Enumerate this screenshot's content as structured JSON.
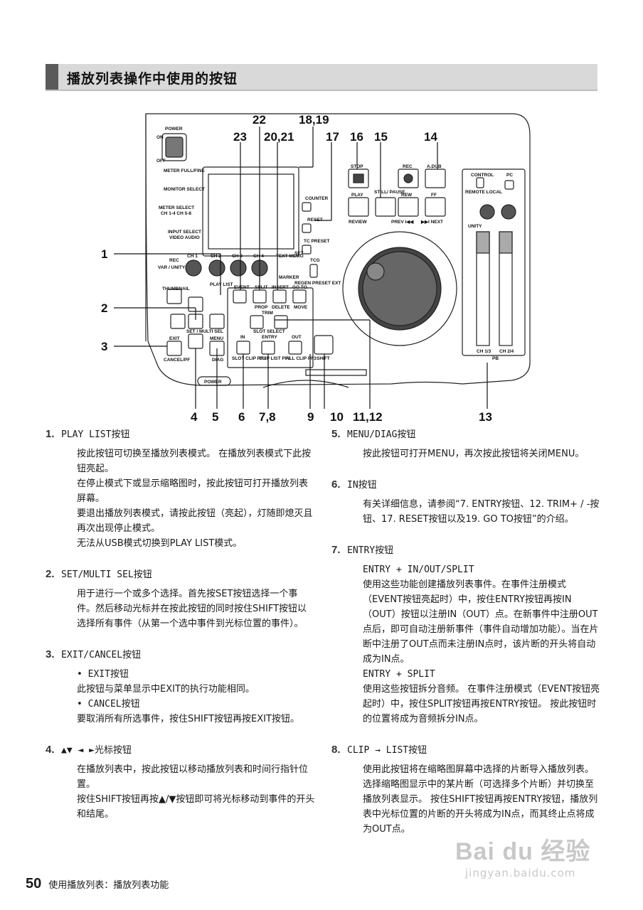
{
  "section": {
    "title": "播放列表操作中使用的按钮"
  },
  "diagram": {
    "callouts": [
      "1",
      "2",
      "3",
      "4",
      "5",
      "6",
      "7,8",
      "9",
      "10",
      "11,12",
      "13",
      "14",
      "15",
      "16",
      "17",
      "18,19",
      "20,21",
      "22",
      "23"
    ],
    "labels": {
      "power": "POWER",
      "on": "ON",
      "off": "OFF",
      "meter_full_fine": "METER FULL/FINE",
      "monitor_select": "MONITOR SELECT",
      "meter_select": "METER SELECT",
      "ch14_ch58": "CH 1-4  CH 5-8",
      "input_select": "INPUT SELECT",
      "video_audio": "VIDEO  AUDIO",
      "rec": "REC",
      "var_unity": "VAR / UNITY",
      "ch1": "CH 1",
      "ch2": "CH 2",
      "ch3": "CH 3",
      "ch4": "CH 4",
      "text_memo": "TEXT MEMO",
      "marker": "MARKER",
      "set": "SET",
      "tcg": "TCG",
      "regen_preset_ext": "REGEN PRESET EXT",
      "play_list": "PLAY LIST",
      "thumbnail": "THUMBNAIL",
      "event": "EVENT",
      "split": "SPLIT",
      "insert": "INSERT",
      "goto": "GO TO",
      "prop": "PROP",
      "delete": "DELETE",
      "move": "MOVE",
      "set_multi_sel": "SET / MULTI SEL",
      "trim": "TRIM",
      "slot_select": "SLOT SELECT",
      "in": "IN",
      "entry": "ENTRY",
      "out": "OUT",
      "shift": "SHIFT",
      "slot_clip_pf1": "SLOT CLIP PF1",
      "clip_list_pf2": "CLIP LIST PF2",
      "all_clip_pf3": "ALL CLIP PF3",
      "exit": "EXIT",
      "cancel_pf": "CANCEL/PF",
      "menu": "MENU",
      "diag": "DIAG",
      "counter": "COUNTER",
      "reset": "RESET",
      "tc_preset": "TC PRESET",
      "stop": "STOP",
      "play": "PLAY",
      "review": "REVIEW",
      "still_pause": "STILL/ PAUSE",
      "rec_btn": "REC",
      "a_dub": "A.DUB",
      "rew": "REW",
      "ff": "FF",
      "prev": "PREV I◀◀",
      "next": "▶▶I NEXT",
      "control": "CONTROL",
      "pc": "PC",
      "remote_local": "REMOTE LOCAL",
      "unity": "UNITY",
      "ch13": "CH 1/3",
      "ch24": "CH 2/4",
      "pb": "PB",
      "power_small": "POWER"
    }
  },
  "items_left": [
    {
      "num": "1.",
      "title": "PLAY LIST按钮",
      "paras": [
        "按此按钮可切换至播放列表模式。 在播放列表模式下此按钮亮起。",
        "在停止模式下或显示缩略图时，按此按钮可打开播放列表屏幕。",
        "要退出播放列表模式，请按此按钮（亮起），灯随即熄灭且再次出现停止模式。",
        "无法从USB模式切换到PLAY LIST模式。"
      ]
    },
    {
      "num": "2.",
      "title": "SET/MULTI SEL按钮",
      "paras": [
        "用于进行一个或多个选择。首先按SET按钮选择一个事件。然后移动光标并在按此按钮的同时按住SHIFT按钮以选择所有事件（从第一个选中事件到光标位置的事件）。"
      ]
    },
    {
      "num": "3.",
      "title": "EXIT/CANCEL按钮",
      "subs": [
        {
          "label": "• EXIT按钮",
          "text": "此按钮与菜单显示中EXIT的执行功能相同。"
        },
        {
          "label": "• CANCEL按钮",
          "text": "要取消所有所选事件，按住SHIFT按钮再按EXIT按钮。"
        }
      ]
    },
    {
      "num": "4.",
      "title": "▲▼ ◄ ►光标按钮",
      "paras": [
        "在播放列表中，按此按钮以移动播放列表和时间行指针位置。",
        "按住SHIFT按钮再按▲/▼按钮即可将光标移动到事件的开头和结尾。"
      ]
    }
  ],
  "items_right": [
    {
      "num": "5.",
      "title": "MENU/DIAG按钮",
      "paras": [
        "按此按钮可打开MENU，再次按此按钮将关闭MENU。"
      ]
    },
    {
      "num": "6.",
      "title": "IN按钮",
      "paras": [
        "有关详细信息，请参阅“7. ENTRY按钮、12. TRIM+ / -按钮、17. RESET按钮以及19. GO TO按钮”的介绍。"
      ]
    },
    {
      "num": "7.",
      "title": "ENTRY按钮",
      "subs": [
        {
          "label": "ENTRY + IN/OUT/SPLIT",
          "text": "使用这些功能创建播放列表事件。在事件注册模式（EVENT按钮亮起时）中，按住ENTRY按钮再按IN（OUT）按钮以注册IN（OUT）点。在新事件中注册OUT点后，即可自动注册新事件（事件自动增加功能）。当在片断中注册了OUT点而未注册IN点时，该片断的开头将自动成为IN点。"
        },
        {
          "label": "ENTRY + SPLIT",
          "text": "使用这些按钮拆分音频。 在事件注册模式（EVENT按钮亮起时）中，按住SPLIT按钮再按ENTRY按钮。 按此按钮时的位置将成为音频拆分IN点。"
        }
      ]
    },
    {
      "num": "8.",
      "title": "CLIP → LIST按钮",
      "paras": [
        "使用此按钮将在缩略图屏幕中选择的片断导入播放列表。 选择缩略图显示中的某片断（可选择多个片断）并切换至播放列表显示。 按住SHIFT按钮再按ENTRY按钮，播放列表中光标位置的片断的开头将成为IN点，而其终止点将成为OUT点。"
      ]
    }
  ],
  "footer": {
    "page": "50",
    "text": "使用播放列表：播放列表功能"
  },
  "watermark": {
    "brand": "Bai du 经验",
    "url": "jingyan.baidu.com"
  }
}
